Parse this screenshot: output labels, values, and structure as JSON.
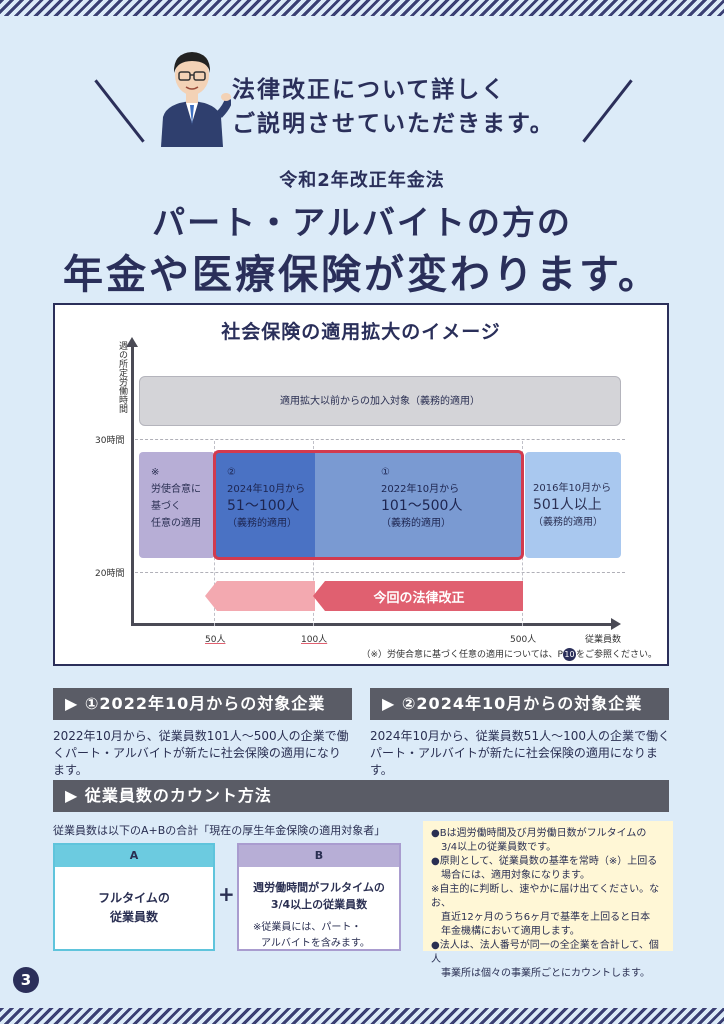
{
  "intro": {
    "line1": "法律改正について詳しく",
    "line2": "ご説明させていただきます。"
  },
  "header": {
    "subtitle": "令和2年改正年金法",
    "title_line1": "パート・アルバイトの方の",
    "title_line2": "年金や医療保険が変わります。"
  },
  "chart": {
    "title": "社会保険の適用拡大のイメージ",
    "ylabel": "週の所定労働時間",
    "y_ticks": [
      "30時間",
      "20時間"
    ],
    "x_ticks": [
      "50人",
      "100人",
      "500人",
      "従業員数"
    ],
    "top_band": "適用拡大以前からの加入対象（義務的適用）",
    "block_voluntary": {
      "mark": "※",
      "l1": "労使合意に",
      "l2": "基づく",
      "l3": "任意の適用"
    },
    "block_2024": {
      "mark": "②",
      "l1": "2024年10月から",
      "l2": "51〜100人",
      "l3": "（義務的適用）"
    },
    "block_2022": {
      "mark": "①",
      "l1": "2022年10月から",
      "l2": "101〜500人",
      "l3": "（義務的適用）"
    },
    "block_2016": {
      "l1": "2016年10月から",
      "l2": "501人以上",
      "l3": "（義務的適用）"
    },
    "arrow_label": "今回の法律改正",
    "footnote": "（※）労使合意に基づく任意の適用については、P",
    "footnote_page": "10",
    "footnote_end": "をご参照ください。",
    "colors": {
      "gray": "#d4d4d8",
      "purple": "#b7aed6",
      "blue_dark": "#4a72c4",
      "blue_mid": "#7a9ad2",
      "blue_light": "#a9c8ef",
      "red": "#e06070",
      "pink": "#f3a9b0"
    }
  },
  "section1": {
    "title": "▶ ①2022年10月からの対象企業",
    "text": "2022年10月から、従業員数101人〜500人の企業で働くパート・アルバイトが新たに社会保険の適用になります。"
  },
  "section2": {
    "title": "▶ ②2024年10月からの対象企業",
    "text": "2024年10月から、従業員数51人〜100人の企業で働くパート・アルバイトが新たに社会保険の適用になります。"
  },
  "section3": {
    "title": "▶ 従業員数のカウント方法",
    "lead": "従業員数は以下のA+Bの合計「現在の厚生年金保険の適用対象者」",
    "cardA": {
      "head": "A",
      "l1": "フルタイムの",
      "l2": "従業員数"
    },
    "plus": "+",
    "cardB": {
      "head": "B",
      "l1": "週労働時間がフルタイムの",
      "l2": "3/4以上の従業員数",
      "n1": "※従業員には、パート・",
      "n2": "アルバイトを含みます。"
    },
    "notes": [
      "●Bは週労働時間及び月労働日数がフルタイムの",
      "　3/4以上の従業員数です。",
      "●原則として、従業員数の基準を常時（※）上回る",
      "　場合には、適用対象になります。",
      "※自主的に判断し、速やかに届け出てください。なお、",
      "　直近12ヶ月のうち6ヶ月で基準を上回ると日本",
      "　年金機構において適用します。",
      "●法人は、法人番号が同一の全企業を合計して、個人",
      "　事業所は個々の事業所ごとにカウントします。"
    ]
  },
  "page_number": "3"
}
